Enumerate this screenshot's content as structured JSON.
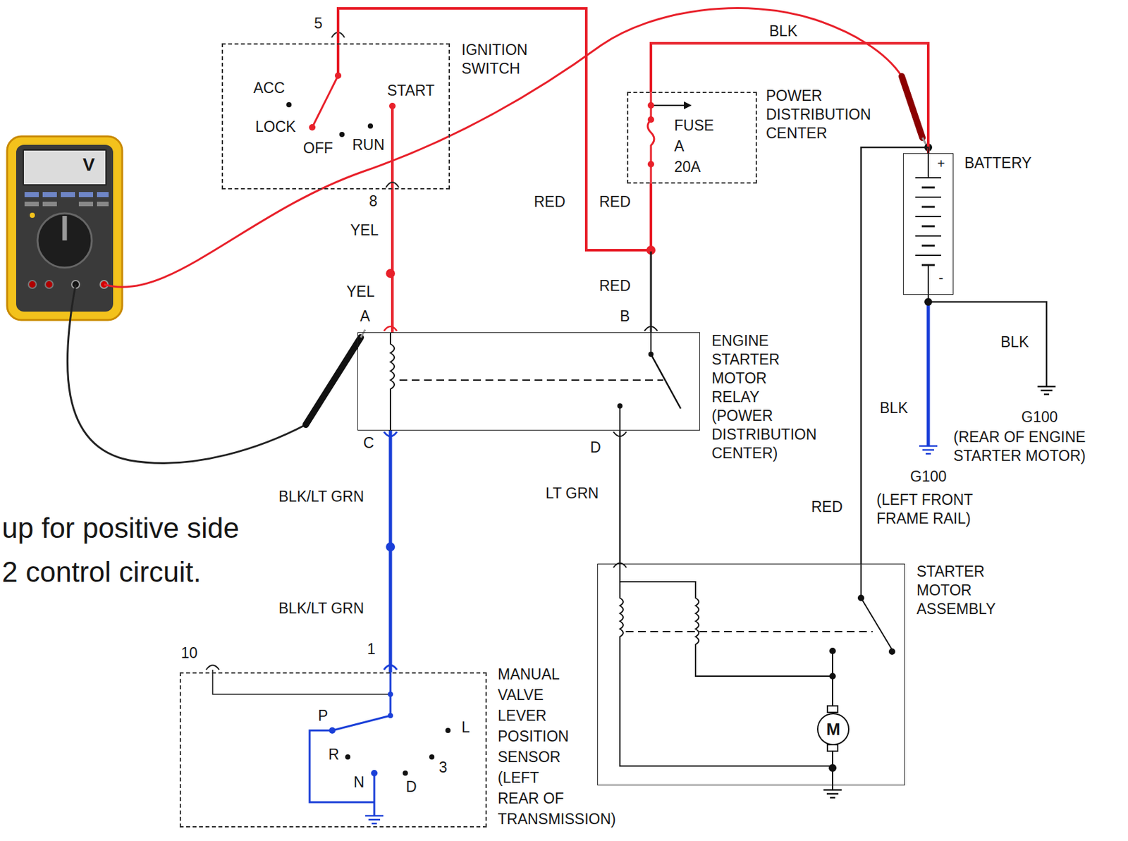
{
  "diagram": {
    "nodes": [
      {
        "text": [
          "IGNITION SWITCH",
          "ACC",
          "LOCK",
          "OFF",
          "RUN",
          "START"
        ]
      },
      {
        "text": [
          "POWER DISTRIBUTION CENTER",
          "FUSE A 20A"
        ]
      },
      {
        "text": [
          "ENGINE STARTER MOTOR RELAY (POWER DISTRIBUTION CENTER)"
        ]
      },
      {
        "text": [
          "BATTERY",
          "+",
          "-"
        ]
      },
      {
        "text": [
          "STARTER MOTOR ASSEMBLY"
        ]
      },
      {
        "text": [
          "M"
        ],
        "in": 4
      },
      {
        "text": [
          "MANUAL VALVE LEVER POSITION SENSOR (LEFT REAR OF TRANSMISSION)",
          "P",
          "L",
          "R",
          "3",
          "N",
          "D"
        ]
      }
    ],
    "edges": [
      {
        "from": 0,
        "to": 2,
        "arrow": "none"
      },
      {
        "from": 1,
        "to": 2,
        "arrow": "none"
      },
      {
        "from": 1,
        "to": 0,
        "arrow": "none"
      },
      {
        "from": 3,
        "to": 1,
        "arrow": "none"
      },
      {
        "from": 3,
        "to": 4,
        "arrow": "none"
      },
      {
        "from": 2,
        "to": 4,
        "arrow": "none"
      },
      {
        "from": 2,
        "to": 6,
        "arrow": "none"
      }
    ],
    "labels": [
      "5",
      "BLK",
      "8",
      "YEL",
      "RED",
      "RED",
      "YEL",
      "RED",
      "A",
      "B",
      "BLK",
      "C",
      "D",
      "BLK",
      "G100",
      "(REAR OF ENGINE STARTER MOTOR)",
      "G100",
      "(LEFT FRONT FRAME RAIL)",
      "LT GRN",
      "BLK/LT GRN",
      "RED",
      "up for positive side",
      "2 control circuit.",
      "BLK/LT GRN",
      "10",
      "1",
      "V"
    ]
  }
}
